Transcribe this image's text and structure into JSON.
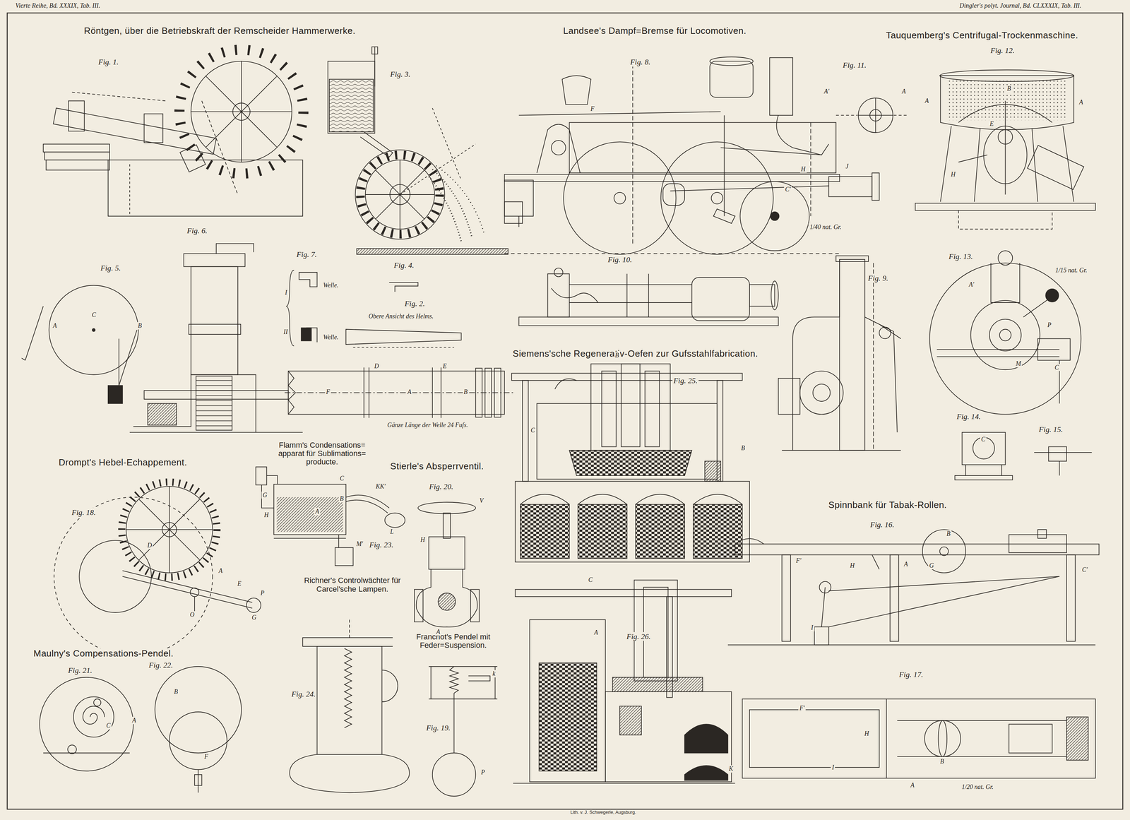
{
  "diagram": {
    "labels": [
      "Vierte Reihe, Bd. XXXIX, Tab. III.",
      "Dingler's polyt. Journal, Bd. CLXXXIX, Tab. III.",
      "Röntgen, über die Betriebskraft der Remscheider Hammerwerke.",
      "Landsee's Dampf=Bremse für Locomotiven.",
      "Tauquemberg's Centrifugal-Trockenmaschine.",
      "Fig. 1.",
      "Fig. 3.",
      "Fig. 8.",
      "Fig. 11.",
      "Fig. 12.",
      "Fig. 6.",
      "Fig. 5.",
      "Fig. 7.",
      "Welle.",
      "Welle.",
      "I",
      "II",
      "Fig. 4.",
      "Fig. 2.",
      "Obere Ansicht des Helms.",
      "Gänze Länge der Welle 24 Fuſs.",
      "Fig. 10.",
      "Fig. 9.",
      "Fig. 13.",
      "1/15 nat. Gr.",
      "1/40 nat. Gr.",
      "Siemens'sche Regenerativ-Oefen zur Gufsstahlfabrication.",
      "Fig. 25.",
      "Fig. 14.",
      "Fig. 15.",
      "Drompt's Hebel-Echappement.",
      "Flamm's Condensations= apparat für Sublimations= producte.",
      "Stierle's Absperrventil.",
      "Fig. 20.",
      "Fig. 18.",
      "Fig. 23.",
      "Spinnbank für Tabak-Rollen.",
      "Fig. 16.",
      "Richner's Controlwächter für Carcel'sche Lampen.",
      "Franchot's Pendel mit Feder=Suspension.",
      "Fig. 26.",
      "Maulny's Compensations-Pendel.",
      "Fig. 21.",
      "Fig. 22.",
      "Fig. 24.",
      "Fig. 19.",
      "Fig. 17.",
      "1/20 nat. Gr.",
      "Lith. v. J. Schwegerle, Augsburg.",
      "A",
      "C",
      "B",
      "F",
      "D",
      "A",
      "E",
      "B",
      "D",
      "E",
      "G",
      "P",
      "A",
      "O",
      "A",
      "B",
      "C",
      "KK'",
      "L",
      "M'",
      "H",
      "G",
      "V",
      "A",
      "H",
      "C",
      "B",
      "B",
      "C",
      "A",
      "K",
      "H",
      "A",
      "B",
      "G",
      "C'",
      "F'",
      "I",
      "H",
      "B",
      "A",
      "I",
      "F'",
      "A",
      "A",
      "B",
      "E",
      "H",
      "A'",
      "P",
      "M",
      "C",
      "C",
      "B",
      "F",
      "A",
      "C",
      "P",
      "k",
      "F",
      "H",
      "C'",
      "J",
      "A'",
      "A"
    ]
  }
}
